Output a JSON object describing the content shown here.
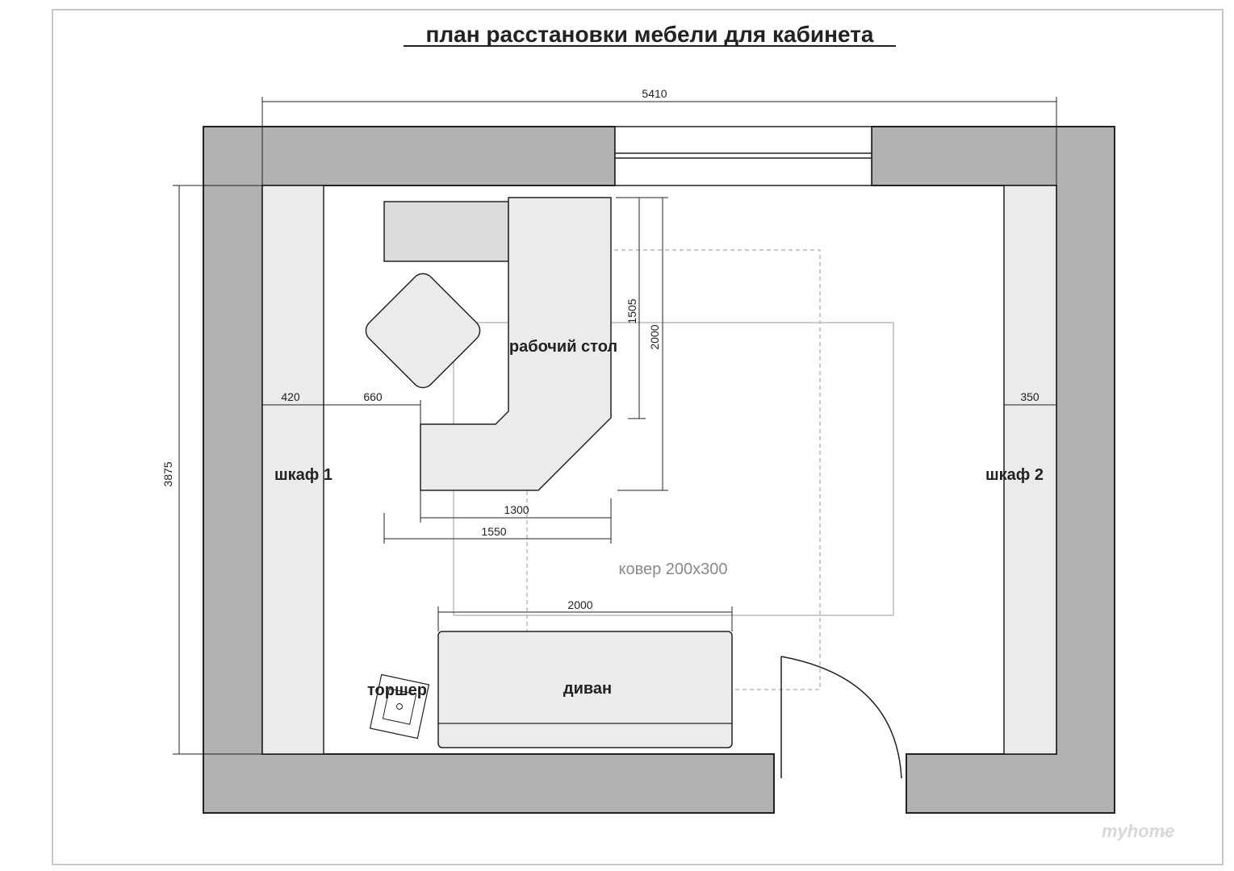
{
  "title": "план расстановки мебели для кабинета",
  "labels": {
    "desk": "рабочий стол",
    "wardrobe1": "шкаф 1",
    "wardrobe2": "шкаф 2",
    "rug": "ковер 200х300",
    "sofa": "диван",
    "floor_lamp": "торшер"
  },
  "dimensions": {
    "room_width": "5410",
    "room_depth": "3875",
    "wardrobe1_depth": "420",
    "gap_to_desk": "660",
    "wardrobe2_depth": "350",
    "desk_side_depth": "1505",
    "desk_total_depth": "2000",
    "desk_width": "1300",
    "desk_total_width": "1550",
    "sofa_width": "2000"
  },
  "watermark": {
    "text": "myhome",
    "suffix": ".ru"
  },
  "colors": {
    "wall": "#b2b2b2",
    "furniture": "#ebebeb",
    "shelf": "#dcdcdc",
    "line": "#222222",
    "rug_line": "#aaaaaa"
  }
}
